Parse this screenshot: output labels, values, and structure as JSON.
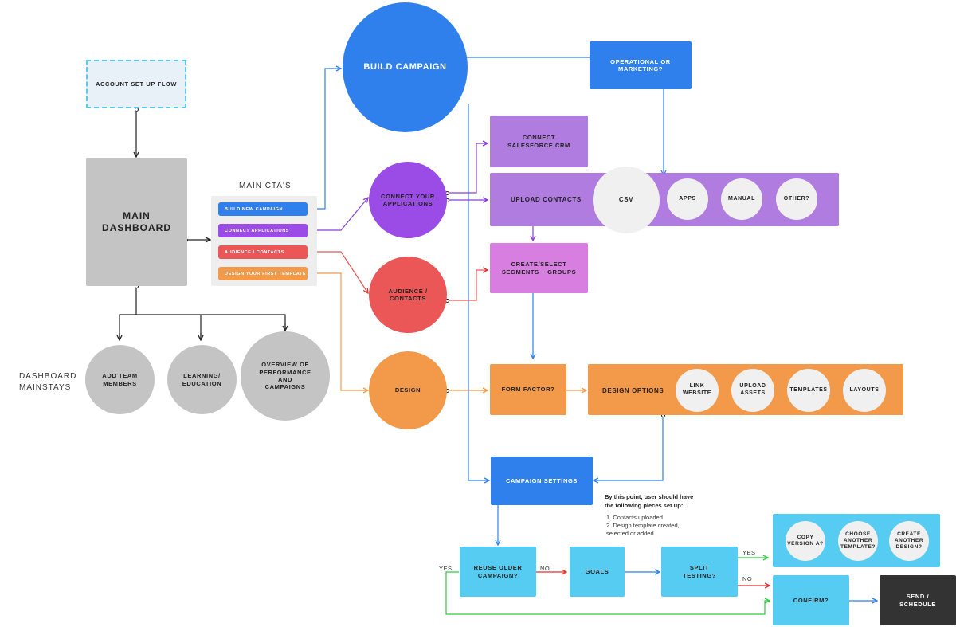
{
  "labels": {
    "account_setup": "ACCOUNT SET UP FLOW",
    "main_dashboard": "MAIN\nDASHBOARD",
    "main_ctas_heading": "MAIN CTA'S",
    "cta_build": "BUILD NEW CAMPAIGN",
    "cta_connect": "CONNECT APPLICATIONS",
    "cta_audience": "AUDIENCE / CONTACTS",
    "cta_design": "DESIGN YOUR FIRST TEMPLATE",
    "dashboard_mainstays": "DASHBOARD\nMAINSTAYS",
    "add_team": "ADD TEAM\nMEMBERS",
    "learning": "LEARNING/\nEDUCATION",
    "overview": "OVERVIEW OF\nPERFORMANCE\nAND\nCAMPAIGNS",
    "build_campaign": "BUILD CAMPAIGN",
    "operational": "OPERATIONAL OR\nMARKETING?",
    "connect_salesforce": "CONNECT\nSALESFORCE CRM",
    "connect_apps": "CONNECT YOUR\nAPPLICATIONS",
    "upload_contacts": "UPLOAD CONTACTS",
    "csv": "CSV",
    "apps": "APPS",
    "manual": "MANUAL",
    "other": "OTHER?",
    "create_segments": "CREATE/SELECT\nSEGMENTS + GROUPS",
    "audience_contacts": "AUDIENCE /\nCONTACTS",
    "design": "DESIGN",
    "form_factor": "FORM FACTOR?",
    "design_options": "DESIGN OPTIONS",
    "link_website": "LINK\nWEBSITE",
    "upload_assets": "UPLOAD\nASSETS",
    "templates": "TEMPLATES",
    "layouts": "LAYOUTS",
    "campaign_settings": "CAMPAIGN SETTINGS",
    "note_heading": "By this point, user should have\nthe following pieces set up:",
    "note_item_1": "1. Contacts uploaded",
    "note_item_2": "2. Design template created,\n    selected or added",
    "reuse_older": "REUSE OLDER\nCAMPAIGN?",
    "goals": "GOALS",
    "split_testing": "SPLIT\nTESTING?",
    "copy_version": "COPY\nVERSION A?",
    "choose_template": "CHOOSE\nANOTHER\nTEMPLATE?",
    "create_design": "CREATE\nANOTHER\nDESIGN?",
    "confirm": "CONFIRM?",
    "send_schedule": "SEND /\nSCHEDULE",
    "edge_no_1": "NO",
    "edge_yes_1": "YES",
    "edge_yes_2": "YES",
    "edge_no_2": "NO"
  },
  "colors": {
    "blue": "#2f80ed",
    "purple": "#9b4be6",
    "lavender": "#b07ce0",
    "pink": "#d77ee0",
    "red": "#eb5757",
    "orange": "#f2994a",
    "cyan": "#56ccf2",
    "grey": "#c4c4c4",
    "light_grey": "#f0f0f0",
    "dark": "#333333",
    "green": "#2ecc40",
    "arrow_red": "#e0322d"
  }
}
